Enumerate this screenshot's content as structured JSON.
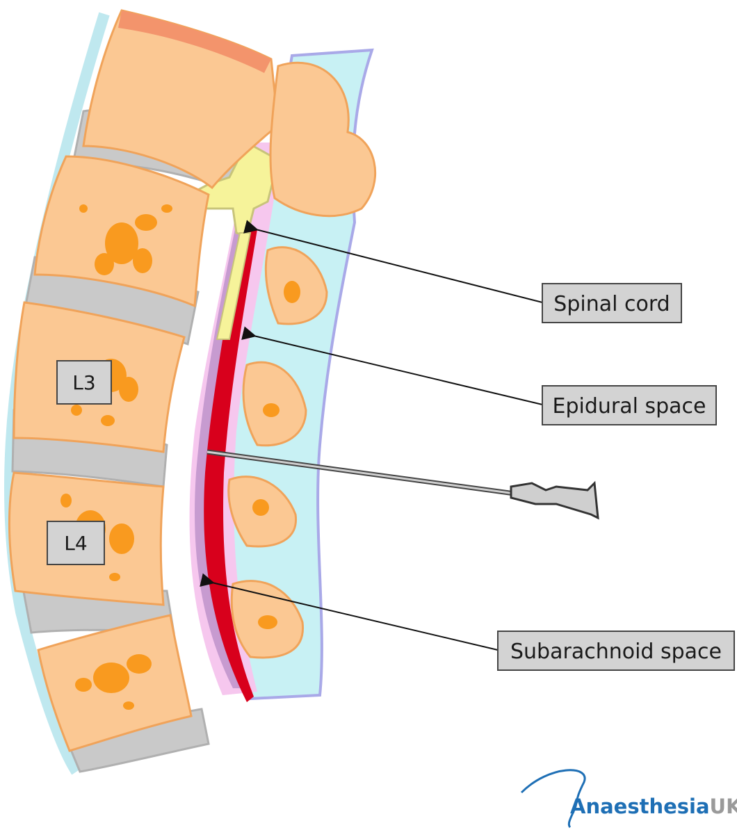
{
  "labels": {
    "spinal_cord": "Spinal cord",
    "epidural_space": "Epidural space",
    "subarachnoid_space": "Subarachnoid space"
  },
  "vertebra_labels": {
    "l3": "L3",
    "l4": "L4"
  },
  "logo": {
    "part1": "Anaesthesia",
    "part2": "UK"
  },
  "colors": {
    "bone": "#fbc893",
    "bone_outline": "#f0a35a",
    "marrow": "#f99a1f",
    "disc": "#c9c9c9",
    "spinal_cord": "#d8001c",
    "dura": "#c79bd0",
    "csf": "#f6c7ee",
    "epidural": "#c8f1f4",
    "nerve": "#f6f39a",
    "label_box": "#d3d3d3",
    "logo_blue": "#1e6fb5",
    "logo_grey": "#9a9a9a"
  }
}
